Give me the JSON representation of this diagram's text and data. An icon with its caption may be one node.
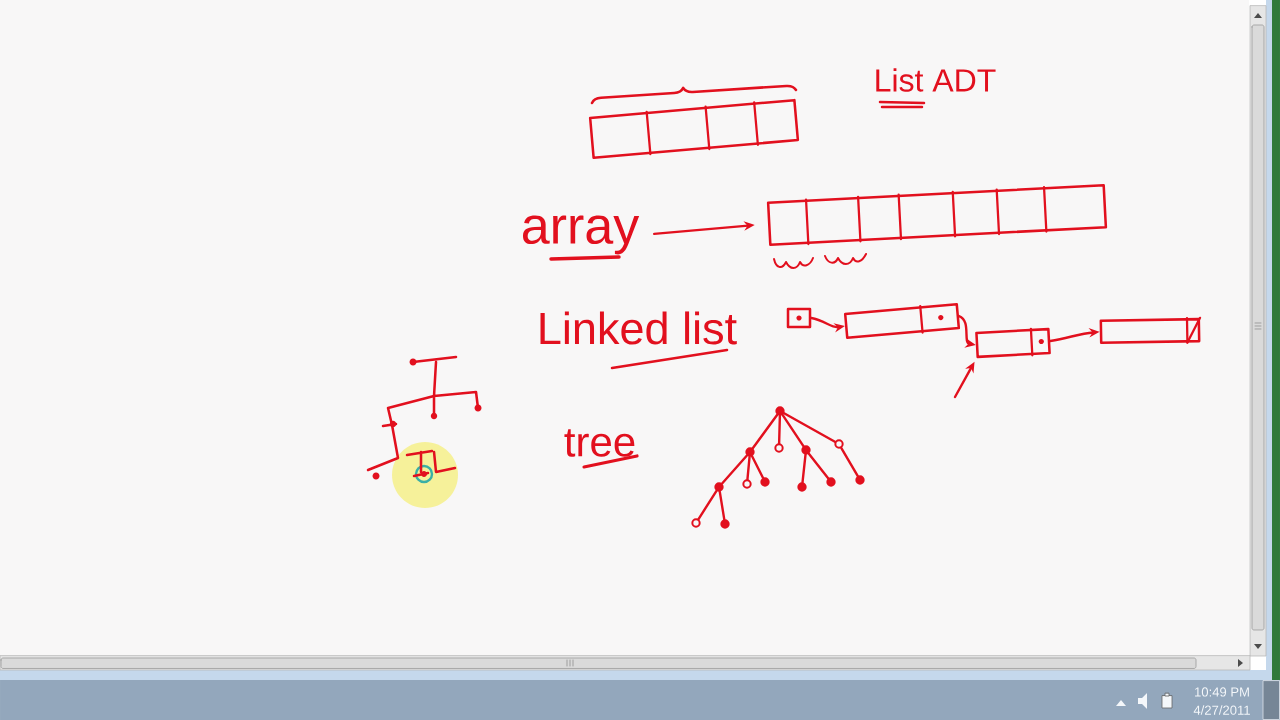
{
  "diagram": {
    "nodes": [
      {
        "text": [],
        "shape": "box"
      },
      {
        "text": [
          "array"
        ]
      },
      {
        "text": [],
        "shape": "box"
      },
      {
        "text": [],
        "shape": "box"
      },
      {
        "text": [],
        "shape": "box"
      },
      {
        "text": [],
        "shape": "box"
      },
      {
        "text": [],
        "shape": "box"
      },
      {
        "text": [],
        "shape": "circle"
      },
      {
        "text": [],
        "shape": "circle"
      },
      {
        "text": [],
        "shape": "circle"
      },
      {
        "text": [],
        "shape": "circle"
      },
      {
        "text": [],
        "shape": "circle"
      },
      {
        "text": [],
        "shape": "circle"
      },
      {
        "text": [],
        "shape": "circle"
      },
      {
        "text": [],
        "shape": "circle"
      },
      {
        "text": [],
        "shape": "circle"
      },
      {
        "text": [],
        "shape": "circle"
      },
      {
        "text": [],
        "shape": "circle"
      },
      {
        "text": [],
        "shape": "circle"
      },
      {
        "text": [],
        "shape": "circle"
      }
    ],
    "edges": [
      {
        "from": 1,
        "to": 2,
        "arrow": "to"
      },
      {
        "from": 3,
        "to": 4,
        "arrow": "to"
      },
      {
        "from": 4,
        "to": 5,
        "arrow": "to"
      },
      {
        "from": 5,
        "to": 6,
        "arrow": "to"
      },
      {
        "from": null,
        "to": 5,
        "arrow": "to"
      },
      {
        "from": 7,
        "to": 8,
        "arrow": "none"
      },
      {
        "from": 7,
        "to": 9,
        "arrow": "none"
      },
      {
        "from": 7,
        "to": 10,
        "arrow": "none"
      },
      {
        "from": 7,
        "to": 11,
        "arrow": "none"
      },
      {
        "from": 8,
        "to": 12,
        "arrow": "none"
      },
      {
        "from": 8,
        "to": 13,
        "arrow": "none"
      },
      {
        "from": 8,
        "to": 14,
        "arrow": "none"
      },
      {
        "from": 10,
        "to": 15,
        "arrow": "none"
      },
      {
        "from": 10,
        "to": 16,
        "arrow": "none"
      },
      {
        "from": 11,
        "to": 17,
        "arrow": "none"
      },
      {
        "from": 12,
        "to": 18,
        "arrow": "none"
      },
      {
        "from": 12,
        "to": 19,
        "arrow": "none"
      }
    ],
    "labels": [
      "List ADT",
      "Linked list",
      "tree",
      "10:49 PM",
      "4/27/2011"
    ]
  }
}
